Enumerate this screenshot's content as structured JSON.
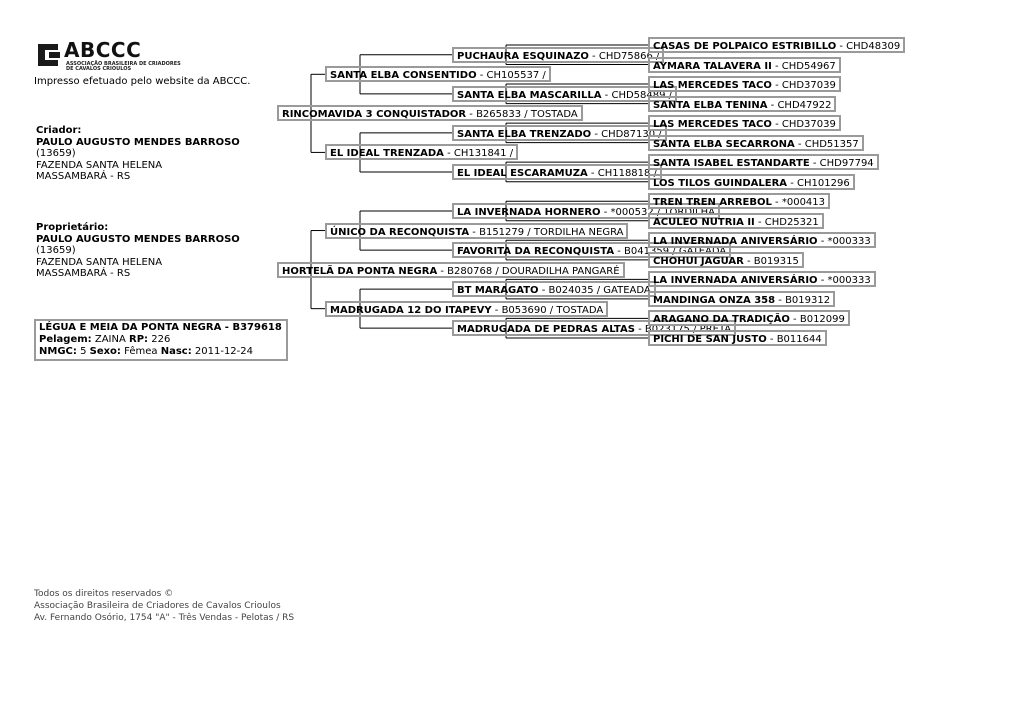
{
  "logo": {
    "name": "ABCCC",
    "subtitle": "ASSOCIAÇÃO BRASILEIRA DE CRIADORES DE CAVALOS CRIOULOS"
  },
  "site_note": "Impresso efetuado pelo website da ABCCC.",
  "criador": {
    "label": "Criador:",
    "name": "PAULO AUGUSTO MENDES BARROSO",
    "code": "(13659)",
    "farm": "FAZENDA SANTA HELENA",
    "city": "MASSAMBARÁ - RS"
  },
  "proprietario": {
    "label": "Proprietário:",
    "name": "PAULO AUGUSTO MENDES BARROSO",
    "code": "(13659)",
    "farm": "FAZENDA SANTA HELENA",
    "city": "MASSAMBARÁ - RS"
  },
  "animal": {
    "name": "LÉGUA E MEIA DA PONTA NEGRA",
    "register": "B379618",
    "pelagem_label": "Pelagem:",
    "pelagem": "ZAINA",
    "rp_label": "RP:",
    "rp": "226",
    "nmgc_label": "NMGC:",
    "nmgc": "5",
    "sexo_label": "Sexo:",
    "sexo": "Fêmea",
    "nasc_label": "Nasc:",
    "nasc": "2011-12-24"
  },
  "pedigree": {
    "sire": {
      "name": "RINCOMAVIDA 3 CONQUISTADOR",
      "info": " - B265833 / TOSTADA"
    },
    "dam": {
      "name": "HORTELÃ DA PONTA NEGRA",
      "info": " - B280768 / DOURADILHA PANGARÉ"
    },
    "gen2": [
      {
        "name": "SANTA ELBA CONSENTIDO",
        "info": " - CH105537 /"
      },
      {
        "name": "EL IDEAL TRENZADA",
        "info": " - CH131841 /"
      },
      {
        "name": "ÚNICO DA RECONQUISTA",
        "info": " - B151279 / TORDILHA NEGRA"
      },
      {
        "name": "MADRUGADA 12 DO ITAPEVY",
        "info": " - B053690 / TOSTADA"
      }
    ],
    "gen3": [
      {
        "name": "PUCHAURA ESQUINAZO",
        "info": " - CHD75866 /"
      },
      {
        "name": "SANTA ELBA MASCARILLA",
        "info": " - CHD58489 /"
      },
      {
        "name": "SANTA ELBA TRENZADO",
        "info": " - CHD87130 /"
      },
      {
        "name": "EL IDEAL ESCARAMUZA",
        "info": " - CH118818 /"
      },
      {
        "name": "LA INVERNADA HORNERO",
        "info": " - *000532 / TORDILHA"
      },
      {
        "name": "FAVORITA DA RECONQUISTA",
        "info": " - B041359 / GATEADA"
      },
      {
        "name": "BT MARAGATO",
        "info": " - B024035 / GATEADA"
      },
      {
        "name": "MADRUGADA DE PEDRAS ALTAS",
        "info": " - B023175 / PRETA"
      }
    ],
    "gen4": [
      {
        "name": "CASAS DE POLPAICO ESTRIBILLO",
        "info": " - CHD48309"
      },
      {
        "name": "AYMARA TALAVERA II",
        "info": " - CHD54967"
      },
      {
        "name": "LAS MERCEDES TACO",
        "info": " - CHD37039"
      },
      {
        "name": "SANTA ELBA TENINA",
        "info": " - CHD47922"
      },
      {
        "name": "LAS MERCEDES TACO",
        "info": " - CHD37039"
      },
      {
        "name": "SANTA ELBA SECARRONA",
        "info": " - CHD51357"
      },
      {
        "name": "SANTA ISABEL ESTANDARTE",
        "info": " - CHD97794"
      },
      {
        "name": "LOS TILOS GUINDALERA",
        "info": " - CH101296"
      },
      {
        "name": "TREN TREN ARREBOL",
        "info": " - *000413"
      },
      {
        "name": "ACULEO NUTRIA II",
        "info": " - CHD25321"
      },
      {
        "name": "LA INVERNADA ANIVERSÁRIO",
        "info": " - *000333"
      },
      {
        "name": "CHOHUI JAGUAR",
        "info": " - B019315"
      },
      {
        "name": "LA INVERNADA ANIVERSÁRIO",
        "info": " - *000333"
      },
      {
        "name": "MANDINGA ONZA 358",
        "info": " - B019312"
      },
      {
        "name": "ARAGANO DA TRADIÇÃO",
        "info": " - B012099"
      },
      {
        "name": "PICHI DE SAN JUSTO",
        "info": " - B011644"
      }
    ]
  },
  "footer": {
    "line1": "Todos os direitos reservados ©",
    "line2": "Associação Brasileira de Criadores de Cavalos Crioulos",
    "line3": "Av. Fernando Osório, 1754 \"A\" - Três Vendas - Pelotas / RS"
  }
}
